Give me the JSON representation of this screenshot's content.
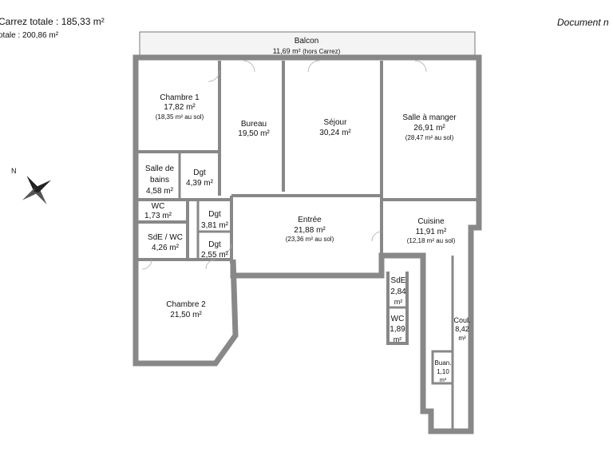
{
  "header": {
    "carrez_total": "Carrez totale :  185,33 m²",
    "surface_totale": "otale :  200,86 m²",
    "document_note": "Document n"
  },
  "compass": {
    "north_label": "N"
  },
  "rooms": {
    "balcon": {
      "name": "Balcon",
      "area": "11,69 m²",
      "note": "(hors Carrez)"
    },
    "chambre1": {
      "name": "Chambre 1",
      "area": "17,82 m²",
      "note": "(18,35 m² au sol)"
    },
    "bureau": {
      "name": "Bureau",
      "area": "19,50 m²"
    },
    "sejour": {
      "name": "Séjour",
      "area": "30,24 m²"
    },
    "salle_manger": {
      "name": "Salle à manger",
      "area": "26,91 m²",
      "note": "(28,47 m² au sol)"
    },
    "salle_bains": {
      "name1": "Salle de",
      "name2": "bains",
      "area": "4,58 m²"
    },
    "dgt1": {
      "name": "Dgt",
      "area": "4,39 m²"
    },
    "wc1": {
      "name": "WC",
      "area": "1,73 m²"
    },
    "dgt2": {
      "name": "Dgt",
      "area": "3,81 m²"
    },
    "entree": {
      "name": "Entrée",
      "area": "21,88 m²",
      "note": "(23,36 m² au sol)"
    },
    "cuisine": {
      "name": "Cuisine",
      "area": "11,91 m²",
      "note": "(12,18 m² au sol)"
    },
    "sde_wc": {
      "name": "SdE / WC",
      "area": "4,26 m²"
    },
    "dgt3": {
      "name": "Dgt",
      "area": "2,55 m²"
    },
    "sde": {
      "name": "SdE",
      "area1": "2,84",
      "area2": "m²"
    },
    "chambre2": {
      "name": "Chambre 2",
      "area": "21,50 m²"
    },
    "wc2": {
      "name": "WC",
      "area1": "1,89",
      "area2": "m²"
    },
    "couloir": {
      "name": "Coul.",
      "area1": "8,42",
      "area2": "m²"
    },
    "buanderie": {
      "name": "Buan.",
      "area1": "1,10",
      "area2": "m²"
    }
  },
  "colors": {
    "wall": "#9a9a9a",
    "wall_edge": "#555555",
    "balcony": "#f4f4f4"
  }
}
